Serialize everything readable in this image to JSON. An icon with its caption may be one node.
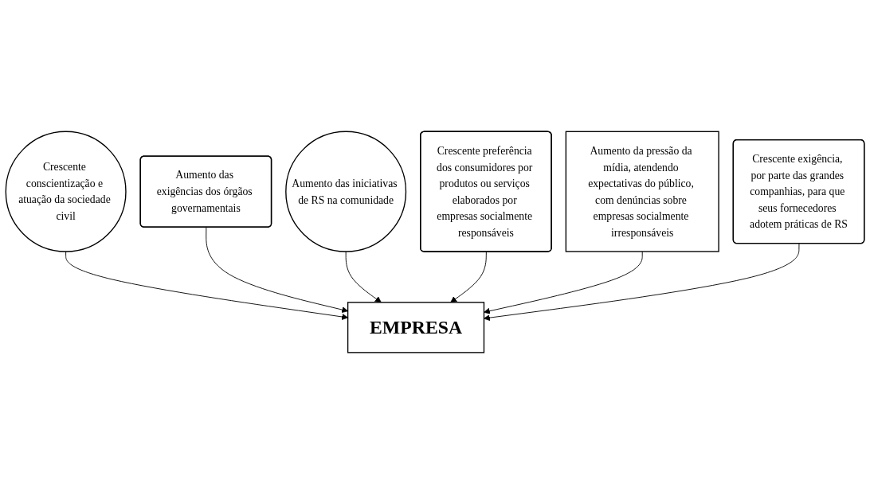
{
  "diagram": {
    "nodes": [
      {
        "text": [
          "Crescente conscientização e atuação da sociedade civil"
        ]
      },
      {
        "text": [
          "Aumento das exigências dos órgãos governamentais"
        ]
      },
      {
        "text": [
          "Aumento das iniciativas de RS na comunidade"
        ]
      },
      {
        "text": [
          "EMPRESA"
        ]
      },
      {
        "text": [
          "Crescente preferência dos consumidores por produtos ou serviços elaborados por empresas socialmente responsáveis"
        ]
      },
      {
        "text": [
          "Aumento da pressão da mídia, atendendo expectativas do público, com denúncias sobre empresas socialmente irresponsáveis"
        ]
      },
      {
        "text": [
          "Crescente exigência, por parte das grandes companhias, para que seus fornecedores adotem práticas de RS"
        ]
      }
    ],
    "edges": [
      {
        "from": 0,
        "to": 3,
        "arrow": "to"
      },
      {
        "from": 1,
        "to": 3,
        "arrow": "to"
      },
      {
        "from": 2,
        "to": 3,
        "arrow": "to"
      },
      {
        "from": 4,
        "to": 3,
        "arrow": "to"
      },
      {
        "from": 5,
        "to": 3,
        "arrow": "to"
      },
      {
        "from": 6,
        "to": 3,
        "arrow": "to"
      }
    ]
  }
}
